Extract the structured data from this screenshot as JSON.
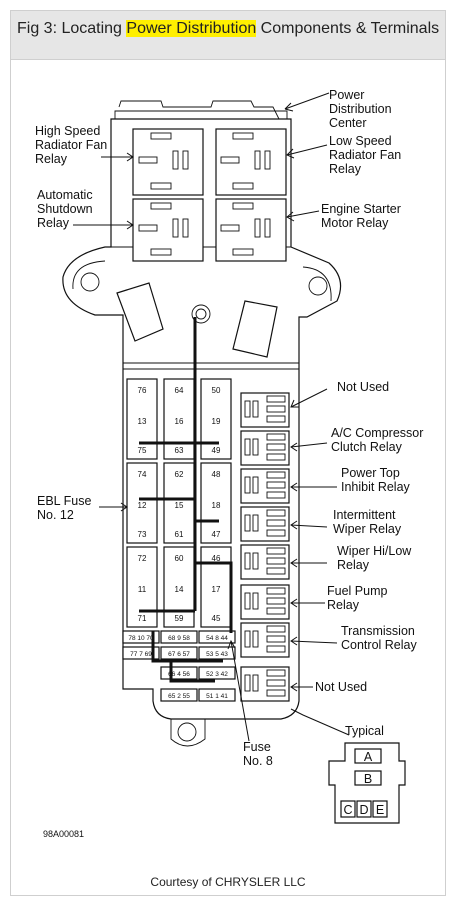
{
  "title": {
    "pre": "Fig 3: Locating ",
    "highlight": "Power Distribution",
    "post": " Components & Terminals"
  },
  "labels": {
    "pdc": [
      "Power",
      "Distribution",
      "Center"
    ],
    "hs_fan": [
      "High Speed",
      "Radiator Fan",
      "Relay"
    ],
    "ls_fan": [
      "Low Speed",
      "Radiator Fan",
      "Relay"
    ],
    "asd": [
      "Automatic",
      "Shutdown",
      "Relay"
    ],
    "starter": [
      "Engine Starter",
      "Motor Relay"
    ],
    "not_used_1": [
      "Not Used"
    ],
    "ac": [
      "A/C Compressor",
      "Clutch Relay"
    ],
    "power_top": [
      "Power Top",
      "Inhibit Relay"
    ],
    "int_wiper": [
      "Intermittent",
      "Wiper Relay"
    ],
    "wiper_hilo": [
      "Wiper Hi/Low",
      "Relay"
    ],
    "fuel_pump": [
      "Fuel Pump",
      "Relay"
    ],
    "transmission": [
      "Transmission",
      "Control Relay"
    ],
    "not_used_2": [
      "Not Used"
    ],
    "ebl": [
      "EBL Fuse",
      "No. 12"
    ],
    "fuse8": [
      "Fuse",
      "No. 8"
    ],
    "typical": [
      "Typical"
    ],
    "code": "98A00081"
  },
  "fuses": {
    "col1": [
      {
        "top": "76",
        "mid": "13",
        "bot": "75"
      },
      {
        "top": "74",
        "mid": "12",
        "bot": "73"
      },
      {
        "top": "72",
        "mid": "11",
        "bot": "71"
      }
    ],
    "col2": [
      {
        "top": "64",
        "mid": "16",
        "bot": "63"
      },
      {
        "top": "62",
        "mid": "15",
        "bot": "61"
      },
      {
        "top": "60",
        "mid": "14",
        "bot": "59"
      }
    ],
    "col3": [
      {
        "top": "50",
        "mid": "19",
        "bot": "49"
      },
      {
        "top": "48",
        "mid": "18",
        "bot": "47"
      },
      {
        "top": "46",
        "mid": "17",
        "bot": "45"
      }
    ]
  },
  "bottom_rows": [
    [
      "78 10 70",
      "68 9 58",
      "54 8 44"
    ],
    [
      "77 7 69",
      "67 6 57",
      "53 5 43"
    ],
    [
      "66 4 56",
      "52 3 42"
    ],
    [
      "65 2 55",
      "51 1 41"
    ]
  ],
  "connector_letters": [
    "A",
    "B",
    "C",
    "D",
    "E"
  ],
  "credit": "Courtesy of CHRYSLER LLC"
}
